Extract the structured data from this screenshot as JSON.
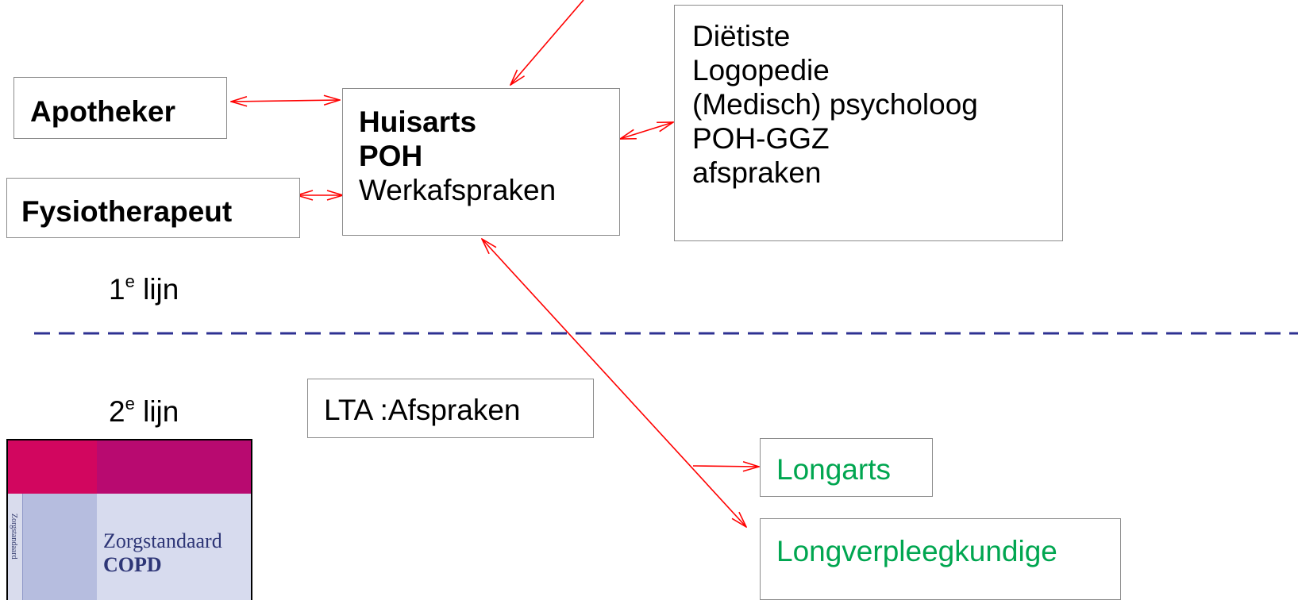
{
  "nodes": {
    "apotheker": {
      "label": "Apotheker"
    },
    "fysiotherapeut": {
      "label": "Fysiotherapeut"
    },
    "huisarts": {
      "line1": "Huisarts",
      "line2": "POH",
      "line3": "Werkafspraken"
    },
    "paramedici": {
      "line1": "Diëtiste",
      "line2": "Logopedie",
      "line3": "(Medisch) psycholoog",
      "line4": "POH-GGZ",
      "line5": "afspraken"
    },
    "lta": {
      "label": "LTA :Afspraken"
    },
    "longarts": {
      "label": "Longarts"
    },
    "longverpleegkundige": {
      "label": "Longverpleegkundige"
    }
  },
  "tiers": {
    "first": {
      "number": "1",
      "suffix": "e",
      "word": "lijn"
    },
    "second": {
      "number": "2",
      "suffix": "e",
      "word": "lijn"
    }
  },
  "cover": {
    "spine": "Zorgstandaard",
    "title_line1": "Zorgstandaard",
    "title_line2": "COPD"
  },
  "colors": {
    "arrow": "#ff0000",
    "divider": "#2e3192",
    "secondary_text": "#00a650",
    "box_border": "#8c8c8c"
  }
}
